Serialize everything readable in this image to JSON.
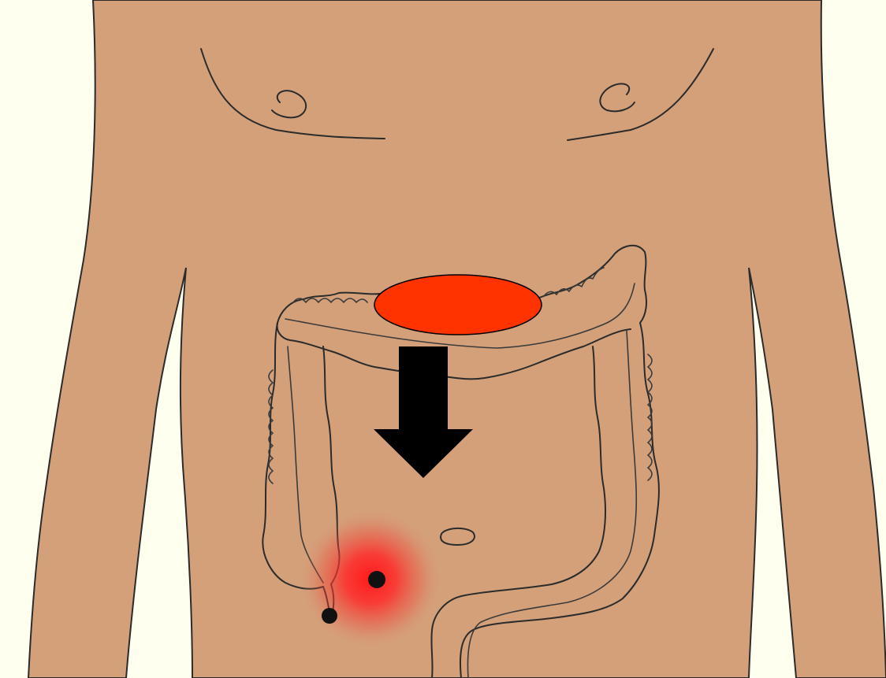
{
  "diagram": {
    "subject": "abdomen-large-intestine",
    "colors": {
      "page_background": "#fffff0",
      "skin": "#d4a07a",
      "outline": "#2b2b2b",
      "origin_marker": "#ff3300",
      "pain_glow": "#ff2020",
      "arrow": "#000000",
      "point_marker": "#111111"
    },
    "elements": {
      "origin_marker": "red-oval-upper-abdomen",
      "migration_arrow": "down-arrow",
      "pain_area": "right-lower-quadrant-glow",
      "points": [
        "mcburney-point",
        "appendix-tip"
      ]
    }
  }
}
